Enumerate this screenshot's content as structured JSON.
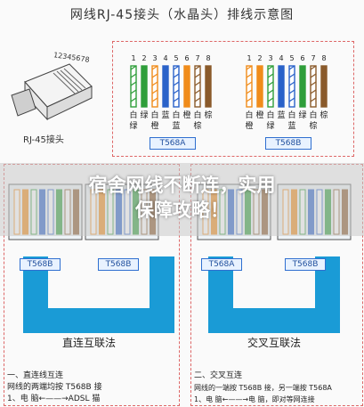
{
  "title": "网线RJ-45接头（水晶头）排线示意图",
  "connector": {
    "pins": "12345678",
    "label": "RJ-45接头"
  },
  "wire_pins": [
    "1",
    "2",
    "3",
    "4",
    "5",
    "6",
    "7",
    "8"
  ],
  "t568a": {
    "label": "T568A",
    "colors_row1": [
      "白",
      "绿",
      "白",
      "蓝",
      "白",
      "橙",
      "白",
      "棕"
    ],
    "colors_row2": [
      "绿",
      "",
      "橙",
      "",
      "蓝",
      "",
      "棕",
      ""
    ]
  },
  "t568b": {
    "label": "T568B",
    "colors_row1": [
      "白",
      "橙",
      "白",
      "蓝",
      "白",
      "绿",
      "白",
      "棕"
    ],
    "colors_row2": [
      "橙",
      "",
      "绿",
      "",
      "蓝",
      "",
      "棕",
      ""
    ]
  },
  "banner": {
    "line1": "宿舍网线不断连，实用",
    "line2": "保障攻略！"
  },
  "straight": {
    "left_tag": "T568B",
    "right_tag": "T568B",
    "caption": "直连互联法",
    "note_title": "一、直连线互连",
    "note_line1": "网线的两端均按 T568B 接",
    "note_line2": "1、电  脑←——→ADSL 猫"
  },
  "cross": {
    "left_tag": "T568A",
    "right_tag": "T568B",
    "caption": "交叉互联法",
    "note_title": "二、交叉互连",
    "note_line1": "网线的一端按 T568B 接，另一端按 T568A",
    "note_line2": "1、电  脑←——→电  脑，即对等网连接"
  },
  "colors": {
    "cable_blue": "#1a9bd6",
    "frame_red": "#d66666",
    "tag_blue": "#2f6fd0",
    "orange": "#f08c1a",
    "green": "#2f9e3a",
    "blue": "#2a62c9",
    "brown": "#8a5a2b"
  }
}
